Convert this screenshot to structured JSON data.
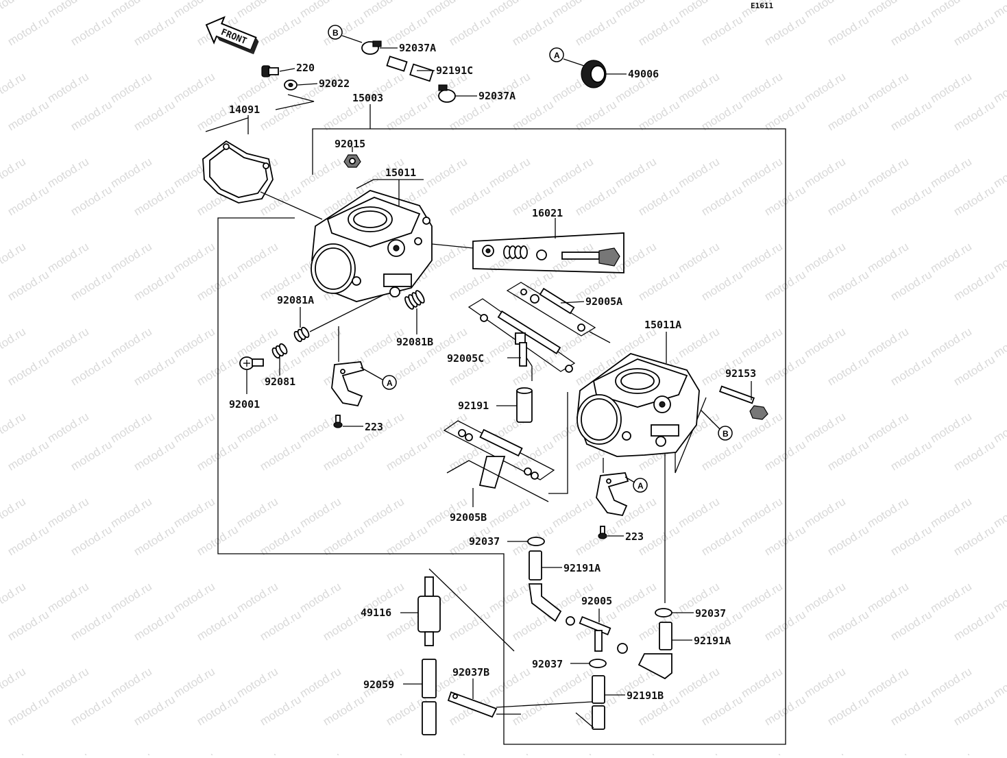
{
  "diagram_id": "E1611",
  "front_arrow_label": "FRONT",
  "watermark_text": "motod.ru",
  "callouts": {
    "a": "A",
    "b": "B"
  },
  "parts": {
    "p220": "220",
    "p92022": "92022",
    "p14091": "14091",
    "p15003": "15003",
    "p92037A_top": "92037A",
    "p92191C": "92191C",
    "p92037A_bottom": "92037A",
    "p49006": "49006",
    "p92015": "92015",
    "p15011": "15011",
    "p16021": "16021",
    "p92005A": "92005A",
    "p15011A": "15011A",
    "p92081A": "92081A",
    "p92081B": "92081B",
    "p92005C": "92005C",
    "p92153": "92153",
    "p92001": "92001",
    "p92081": "92081",
    "p223_left": "223",
    "p92191": "92191",
    "p92005B": "92005B",
    "p223_right": "223",
    "p92037_mid": "92037",
    "p92191A_left": "92191A",
    "p92005": "92005",
    "p92037_right": "92037",
    "p49116": "49116",
    "p92191A_right": "92191A",
    "p92037_low": "92037",
    "p92059": "92059",
    "p92037B": "92037B",
    "p92191B": "92191B"
  }
}
